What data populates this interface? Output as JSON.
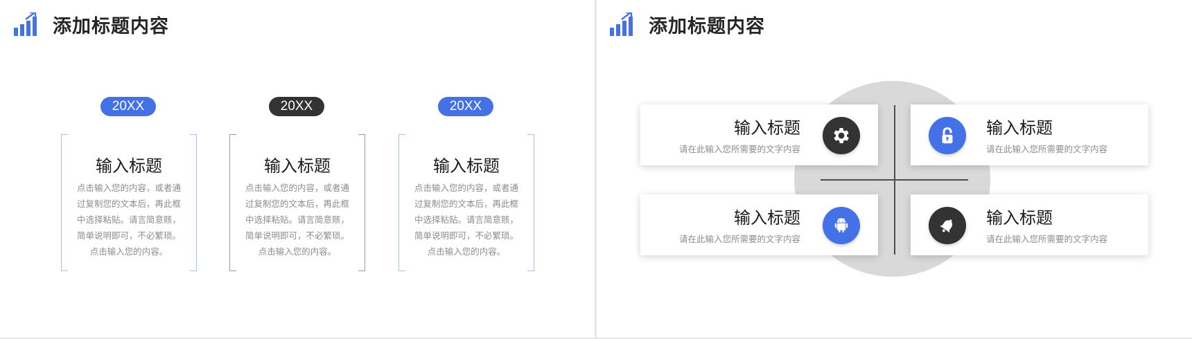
{
  "colors": {
    "accent_blue": "#4472e6",
    "dark": "#333333",
    "bracket_blue": "#a9c1ef",
    "bracket_gray": "#9a9a9a",
    "circle_gray": "#d9d9d9",
    "body_text": "#8c8c8c"
  },
  "slides": [
    {
      "header": {
        "icon": "bar-chart-growth-icon",
        "title": "添加标题内容"
      },
      "columns": [
        {
          "badge": "20XX",
          "badge_color": "#4472e6",
          "bracket_color": "#a9c1ef",
          "title": "输入标题",
          "body": "点击输入您的内容，或者通过复制您的文本后，再此框中选择粘贴。请言简意赅，简单说明即可，不必繁琐。点击输入您的内容。"
        },
        {
          "badge": "20XX",
          "badge_color": "#333333",
          "bracket_color": "#9a9a9a",
          "title": "输入标题",
          "body": "点击输入您的内容，或者通过复制您的文本后，再此框中选择粘贴。请言简意赅，简单说明即可，不必繁琐。点击输入您的内容。"
        },
        {
          "badge": "20XX",
          "badge_color": "#4472e6",
          "bracket_color": "#a9c1ef",
          "title": "输入标题",
          "body": "点击输入您的内容，或者通过复制您的文本后，再此框中选择粘贴。请言简意赅，简单说明即可，不必繁琐。点击输入您的内容。"
        }
      ]
    },
    {
      "header": {
        "icon": "bar-chart-growth-icon",
        "title": "添加标题内容"
      },
      "boxes": [
        {
          "title": "输入标题",
          "desc": "请在此输入您所需要的文字内容",
          "icon": "gear-icon",
          "icon_bg": "#333333"
        },
        {
          "title": "输入标题",
          "desc": "请在此输入您所需要的文字内容",
          "icon": "unlock-icon",
          "icon_bg": "#4472e6"
        },
        {
          "title": "输入标题",
          "desc": "请在此输入您所需要的文字内容",
          "icon": "android-icon",
          "icon_bg": "#4472e6"
        },
        {
          "title": "输入标题",
          "desc": "请在此输入您所需要的文字内容",
          "icon": "bell-icon",
          "icon_bg": "#333333"
        }
      ]
    }
  ]
}
